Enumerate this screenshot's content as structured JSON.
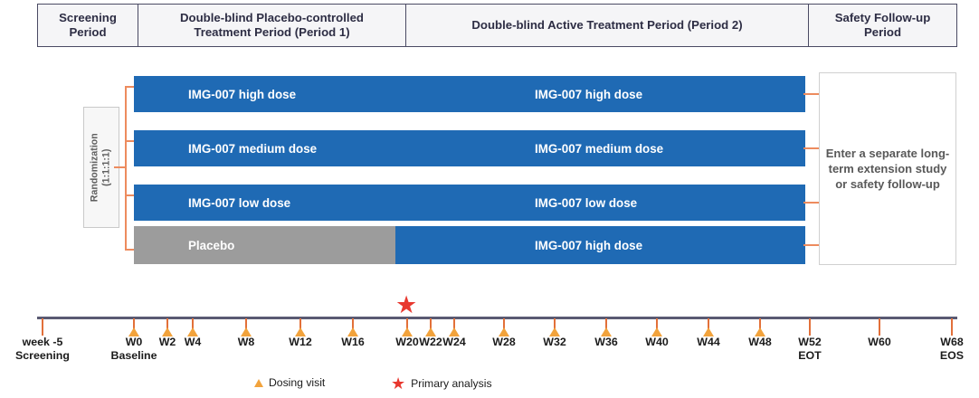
{
  "periods": [
    {
      "label": "Screening\nPeriod"
    },
    {
      "label": "Double-blind Placebo-controlled\nTreatment Period (Period 1)"
    },
    {
      "label": "Double-blind Active Treatment Period (Period 2)"
    },
    {
      "label": "Safety Follow-up\nPeriod"
    }
  ],
  "randomization": {
    "label": "Randomization\n(1:1:1:1)"
  },
  "arms": [
    {
      "name": "high-dose-arm",
      "period1": "IMG-007 high dose",
      "period2": "IMG-007 high dose"
    },
    {
      "name": "medium-dose-arm",
      "period1": "IMG-007 medium dose",
      "period2": "IMG-007 medium dose"
    },
    {
      "name": "low-dose-arm",
      "period1": "IMG-007 low dose",
      "period2": "IMG-007 low dose"
    },
    {
      "name": "placebo-arm",
      "period1": "Placebo",
      "period2": "IMG-007 high dose"
    }
  ],
  "followup": {
    "label": "Enter a separate long-term extension study or safety follow-up"
  },
  "timeline": {
    "visits": [
      {
        "label": "week -5",
        "sub": "Screening",
        "dosing": false
      },
      {
        "label": "W0",
        "sub": "Baseline",
        "dosing": true
      },
      {
        "label": "W2",
        "sub": "",
        "dosing": true
      },
      {
        "label": "W4",
        "sub": "",
        "dosing": true
      },
      {
        "label": "W8",
        "sub": "",
        "dosing": true
      },
      {
        "label": "W12",
        "sub": "",
        "dosing": true
      },
      {
        "label": "W16",
        "sub": "",
        "dosing": true
      },
      {
        "label": "W20",
        "sub": "",
        "dosing": true,
        "star": true
      },
      {
        "label": "W22",
        "sub": "",
        "dosing": true
      },
      {
        "label": "W24",
        "sub": "",
        "dosing": true
      },
      {
        "label": "W28",
        "sub": "",
        "dosing": true
      },
      {
        "label": "W32",
        "sub": "",
        "dosing": true
      },
      {
        "label": "W36",
        "sub": "",
        "dosing": true
      },
      {
        "label": "W40",
        "sub": "",
        "dosing": true
      },
      {
        "label": "W44",
        "sub": "",
        "dosing": true
      },
      {
        "label": "W48",
        "sub": "",
        "dosing": true
      },
      {
        "label": "W52",
        "sub": "EOT",
        "dosing": false
      },
      {
        "label": "W60",
        "sub": "",
        "dosing": false
      },
      {
        "label": "W68",
        "sub": "EOS",
        "dosing": false
      }
    ]
  },
  "legend": [
    {
      "icon": "triangle-icon",
      "label": "Dosing visit"
    },
    {
      "icon": "star-icon",
      "label": "Primary analysis"
    }
  ],
  "colors": {
    "active": "#1F6AB4",
    "placebo": "#9C9C9C",
    "connector": "#ED8B5E",
    "dosing_marker": "#F2A33C",
    "analysis_marker": "#E8382F",
    "axis": "#5A5A72",
    "header_text": "#2D2D44"
  }
}
